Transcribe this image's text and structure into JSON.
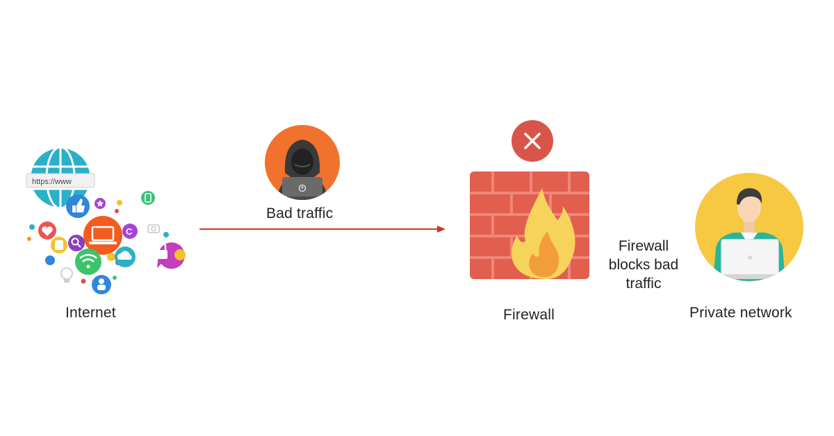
{
  "internet": {
    "label": "Internet",
    "url_text": "https://www",
    "icons": [
      "globe-icon",
      "thumbs-up-icon",
      "laptop-icon",
      "wifi-icon",
      "lock-icon",
      "cloud-icon",
      "search-icon",
      "heart-icon",
      "camera-icon",
      "star-icon",
      "phone-icon",
      "chat-icon",
      "lightbulb-icon",
      "person-icon",
      "copyright-icon"
    ]
  },
  "traffic": {
    "label": "Bad traffic",
    "arrow_color": "#c9381f",
    "actor_icon": "hacker-icon"
  },
  "firewall": {
    "label": "Firewall",
    "blocked_icon": "x-icon",
    "block_color": "#d9554a",
    "wall_color": "#e25f50",
    "flame_color": "#f6d35a"
  },
  "caption": {
    "line1": "Firewall",
    "line2": "blocks bad",
    "line3": "traffic"
  },
  "private_network": {
    "label": "Private network",
    "icon": "user-with-laptop-icon",
    "circle_color": "#f7c842"
  }
}
